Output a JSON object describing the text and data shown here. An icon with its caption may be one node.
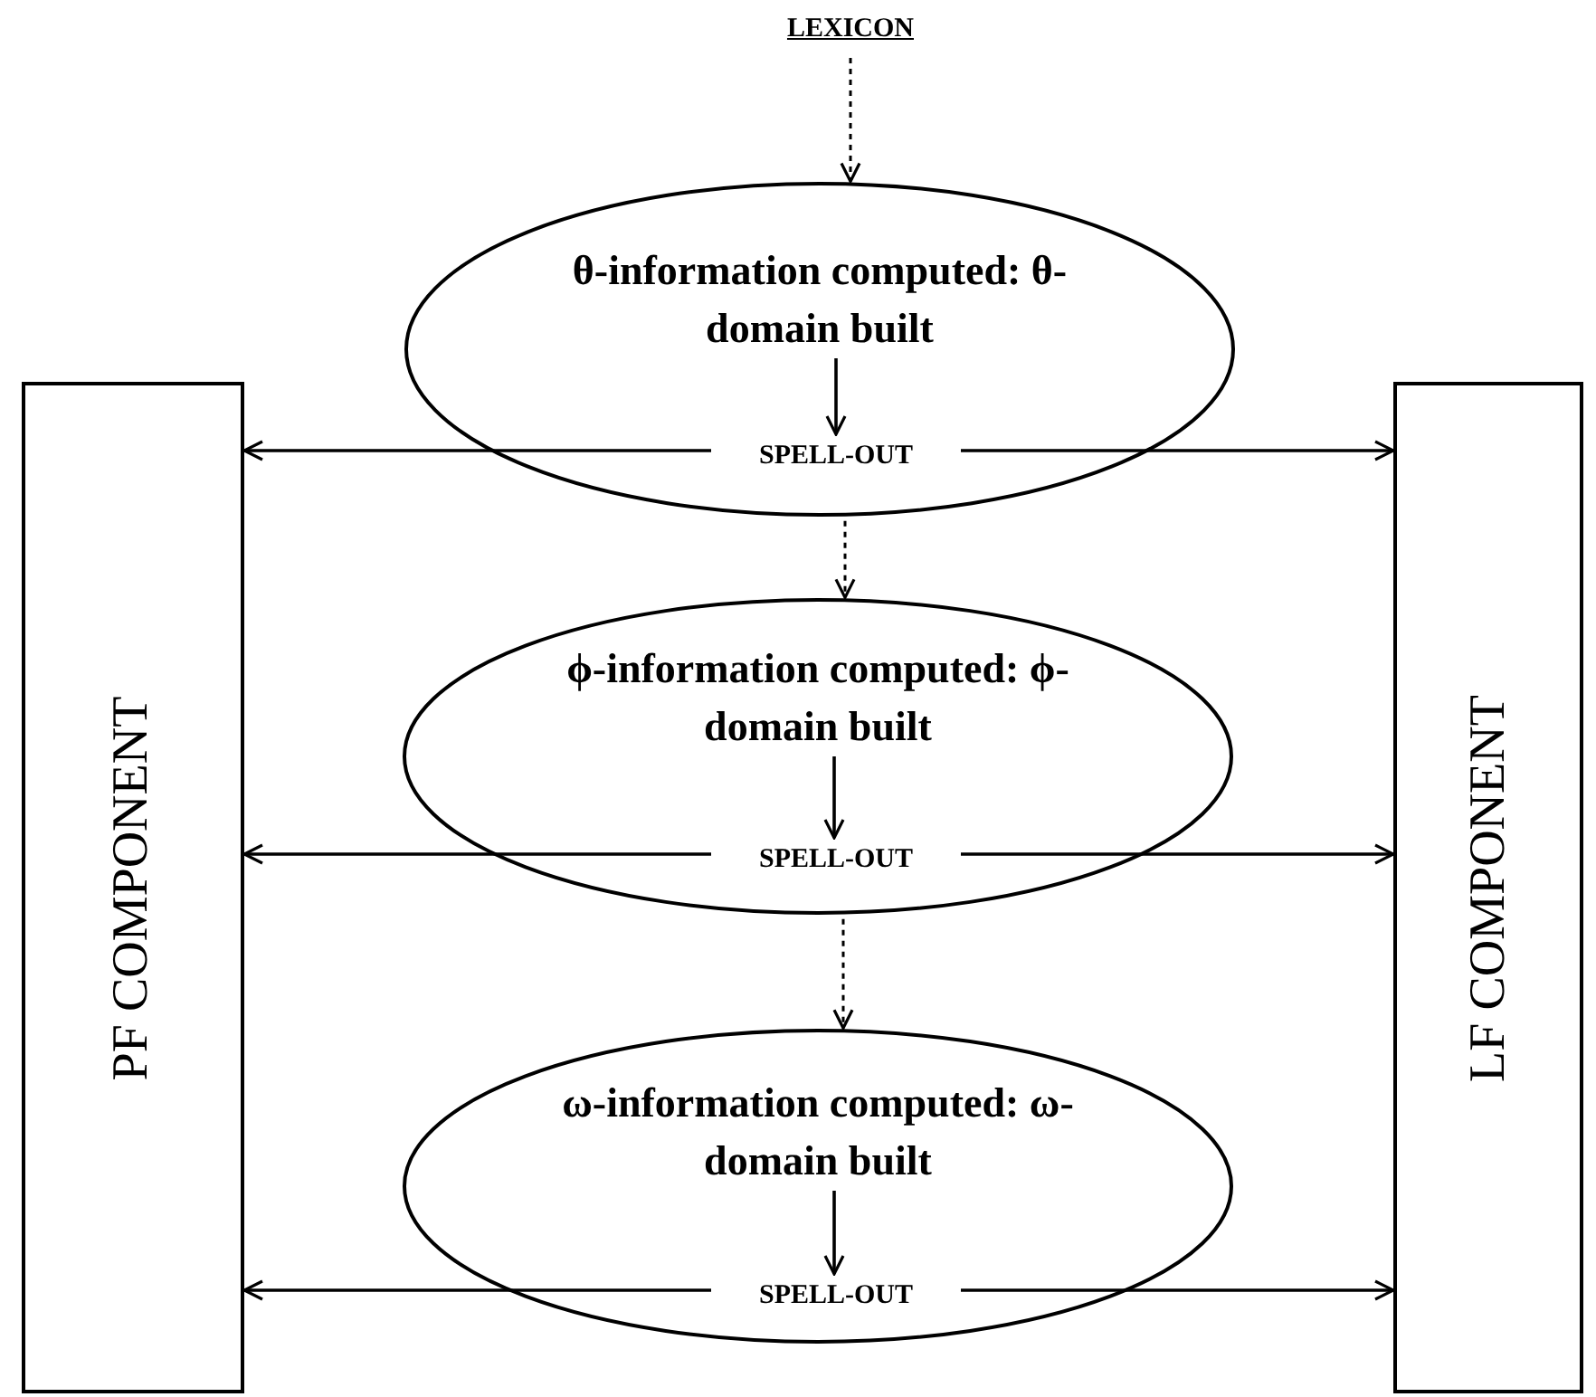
{
  "diagram": {
    "nodes": [
      {
        "text": [
          "LEXICON"
        ]
      },
      {
        "text": [],
        "shape": "ellipse"
      },
      {
        "text": [
          "θ-information computed: θ-domain built"
        ],
        "in": 1
      },
      {
        "text": [
          "SPELL-OUT"
        ],
        "in": 1
      },
      {
        "text": [],
        "shape": "ellipse"
      },
      {
        "text": [
          "ϕ-information computed: ϕ-domain built"
        ],
        "in": 4
      },
      {
        "text": [
          "SPELL-OUT"
        ],
        "in": 4
      },
      {
        "text": [],
        "shape": "ellipse"
      },
      {
        "text": [
          "ω-information computed: ω-domain built"
        ],
        "in": 7
      },
      {
        "text": [
          "SPELL-OUT"
        ],
        "in": 7
      },
      {
        "text": [
          "PF COMPONENT"
        ]
      },
      {
        "text": [
          "LF COMPONENT"
        ]
      }
    ],
    "edges": [
      {
        "from": 0,
        "to": 1,
        "arrow": "to",
        "style": "dashed"
      },
      {
        "from": 2,
        "to": 3,
        "arrow": "to"
      },
      {
        "from": 3,
        "to": 10,
        "arrow": "to"
      },
      {
        "from": 3,
        "to": 11,
        "arrow": "to"
      },
      {
        "from": 1,
        "to": 4,
        "arrow": "to",
        "style": "dashed"
      },
      {
        "from": 5,
        "to": 6,
        "arrow": "to"
      },
      {
        "from": 6,
        "to": 10,
        "arrow": "to"
      },
      {
        "from": 6,
        "to": 11,
        "arrow": "to"
      },
      {
        "from": 4,
        "to": 7,
        "arrow": "to",
        "style": "dashed"
      },
      {
        "from": 8,
        "to": 9,
        "arrow": "to"
      },
      {
        "from": 9,
        "to": 10,
        "arrow": "to"
      },
      {
        "from": 9,
        "to": 11,
        "arrow": "to"
      }
    ]
  }
}
